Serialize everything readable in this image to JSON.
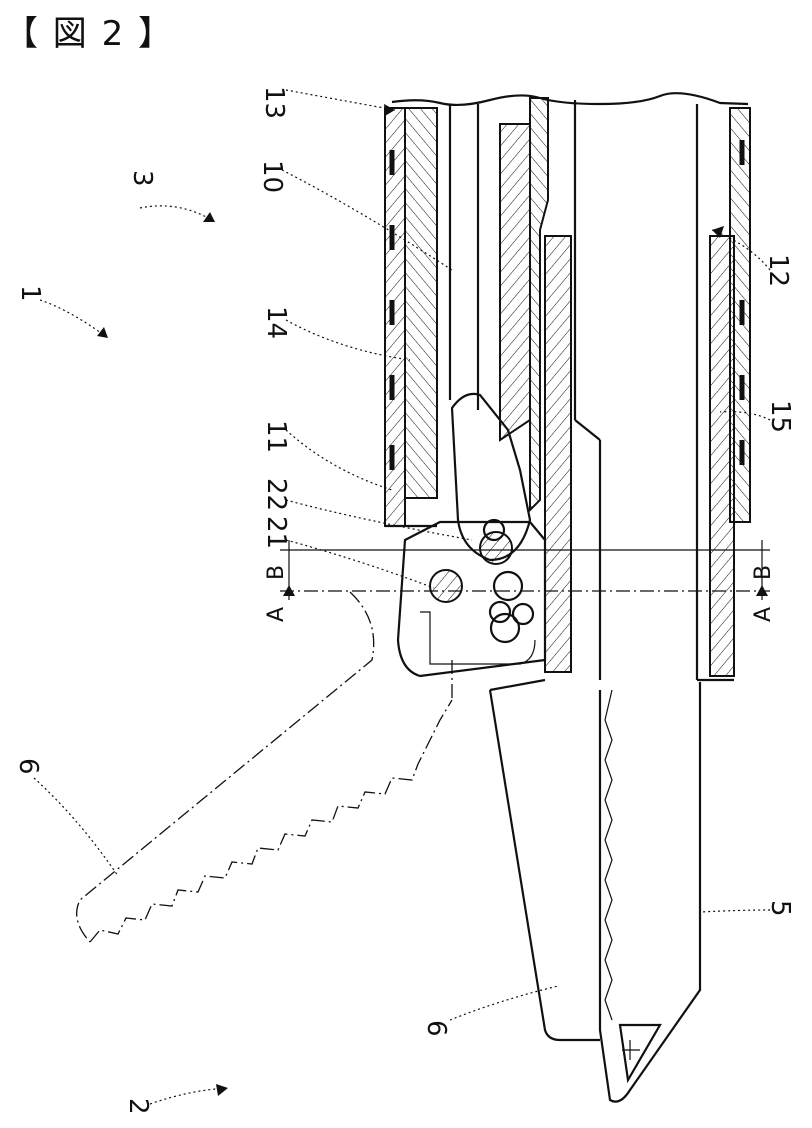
{
  "figure": {
    "title": "【 図 2 】"
  },
  "labels": {
    "n1": "1",
    "n2": "2",
    "n3": "3",
    "n5": "5",
    "n6a": "6",
    "n6b": "6",
    "n10": "10",
    "n11": "11",
    "n12": "12",
    "n13": "13",
    "n14": "14",
    "n15": "15",
    "n21": "21",
    "n22": "22"
  },
  "section_marks": {
    "left_a": "A",
    "left_b": "B",
    "right_a": "A",
    "right_b": "B"
  }
}
